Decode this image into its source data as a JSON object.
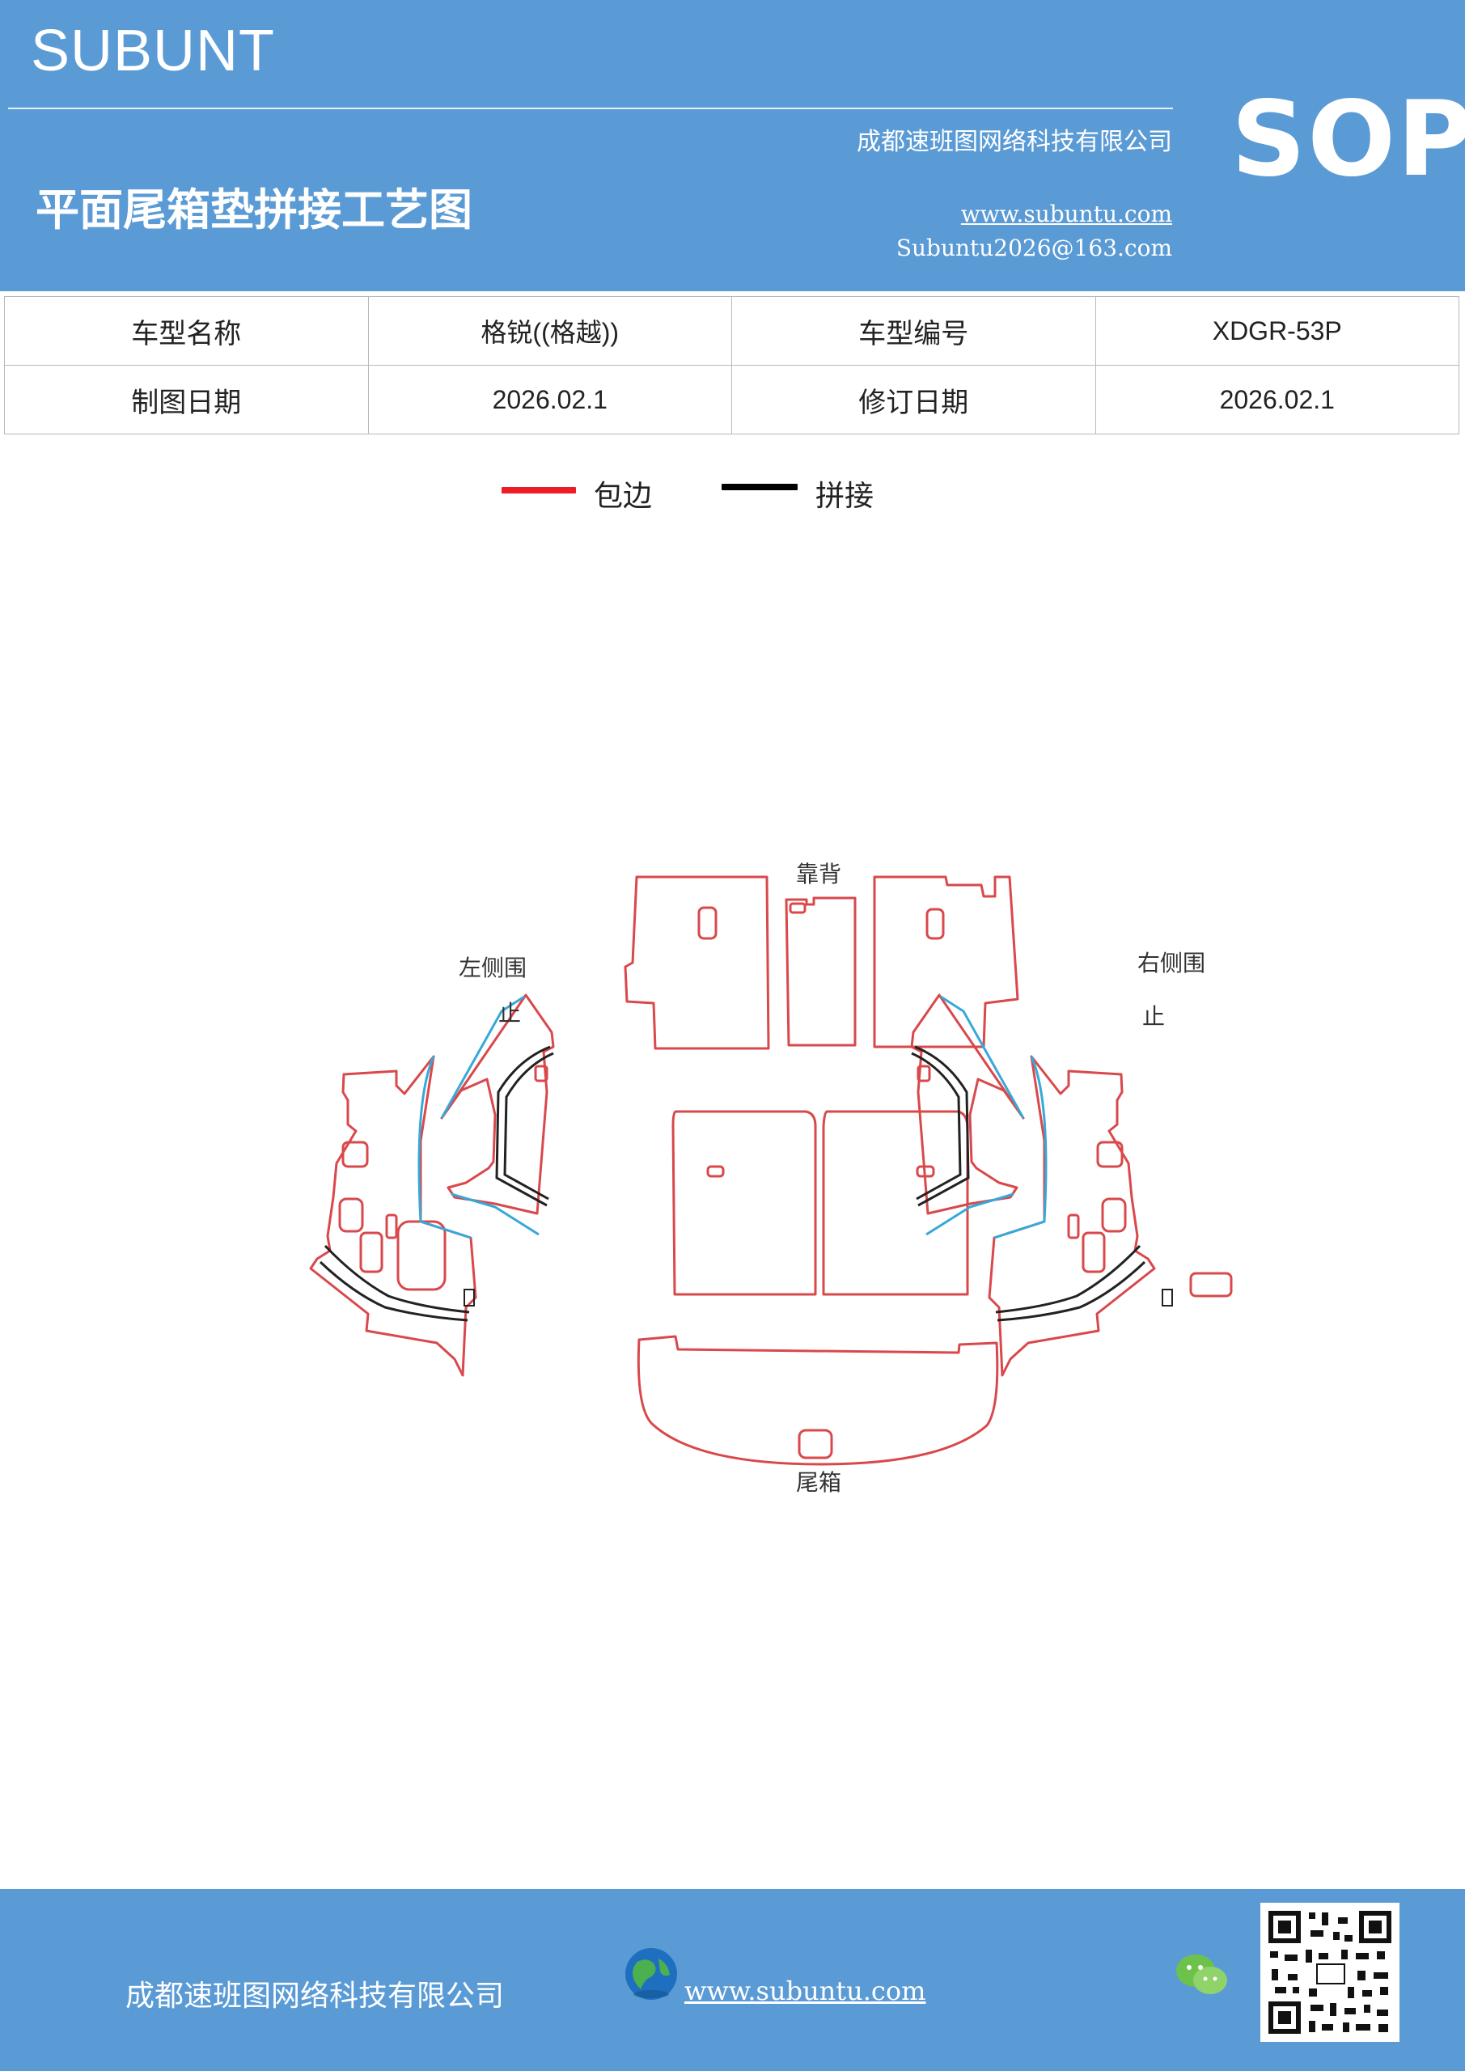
{
  "header": {
    "brand": "SUBUNT",
    "badge": "SOP",
    "company": "成都速班图网络科技有限公司",
    "title": "平面尾箱垫拼接工艺图",
    "website": "www.subuntu.com",
    "email": "Subuntu2026@163.com",
    "background": "#5b9bd5"
  },
  "info_table": {
    "rows": [
      {
        "label1": "车型名称",
        "value1": "格锐((格越))",
        "label2": "车型编号",
        "value2": "XDGR-53P"
      },
      {
        "label1": "制图日期",
        "value1": "2026.02.1",
        "label2": "修订日期",
        "value2": "2026.02.1"
      }
    ]
  },
  "legend": {
    "items": [
      {
        "label": "包边",
        "color": "#ee1c25"
      },
      {
        "label": "拼接",
        "color": "#000000"
      }
    ]
  },
  "diagram": {
    "labels": {
      "backrest": "靠背",
      "left_side": "左侧围",
      "right_side": "右侧围",
      "trunk": "尾箱",
      "stop_left": "止",
      "stop_right": "止"
    },
    "colors": {
      "outline": "#d9484b",
      "seam": "#222222",
      "blue_edge": "#36a9d8"
    }
  },
  "footer": {
    "company": "成都速班图网络科技有限公司",
    "website": "www.subuntu.com",
    "icons": [
      "building-icon",
      "globe-icon",
      "wechat-icon",
      "qr-code"
    ]
  }
}
